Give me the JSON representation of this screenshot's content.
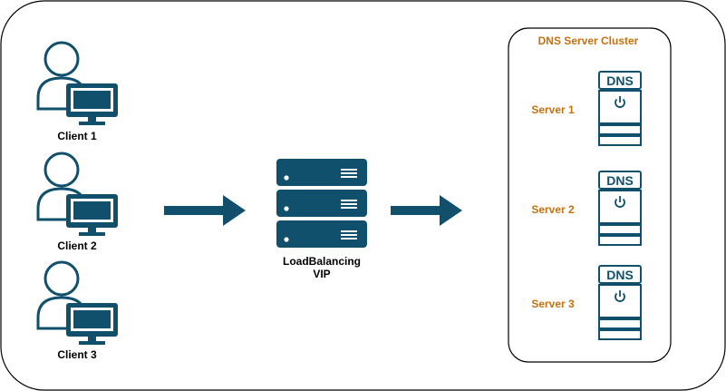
{
  "clients": [
    {
      "label": "Client 1"
    },
    {
      "label": "Client 2"
    },
    {
      "label": "Client 3"
    }
  ],
  "load_balancer": {
    "label_line1": "LoadBalancing",
    "label_line2": "VIP"
  },
  "dns_cluster": {
    "title": "DNS Server Cluster",
    "servers": [
      {
        "label": "Server 1",
        "badge": "DNS"
      },
      {
        "label": "Server 2",
        "badge": "DNS"
      },
      {
        "label": "Server 3",
        "badge": "DNS"
      }
    ]
  },
  "colors": {
    "icon": "#10506d",
    "accent_text": "#c7700e",
    "text": "#000000",
    "outline": "#000000"
  }
}
